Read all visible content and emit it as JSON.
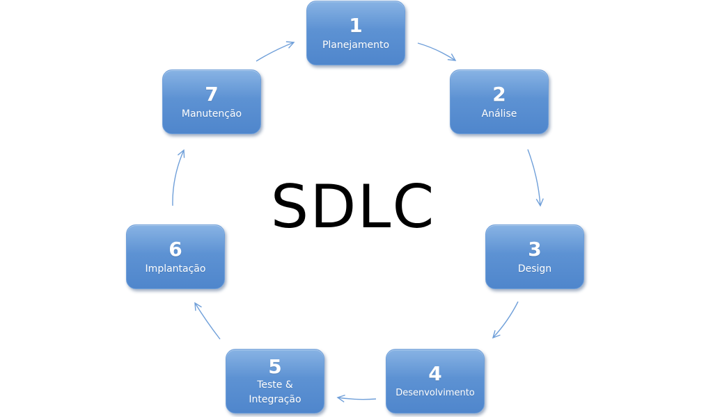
{
  "diagram": {
    "title": "SDLC",
    "accent_color": "#5d92d3",
    "arrow_color": "#6f9fd9",
    "phases": [
      {
        "number": "1",
        "label": "Planejamento"
      },
      {
        "number": "2",
        "label": "Análise"
      },
      {
        "number": "3",
        "label": "Design"
      },
      {
        "number": "4",
        "label": "Desenvolvimento"
      },
      {
        "number": "5",
        "label": "Teste &\nIntegração"
      },
      {
        "number": "6",
        "label": "Implantação"
      },
      {
        "number": "7",
        "label": "Manutenção"
      }
    ]
  }
}
